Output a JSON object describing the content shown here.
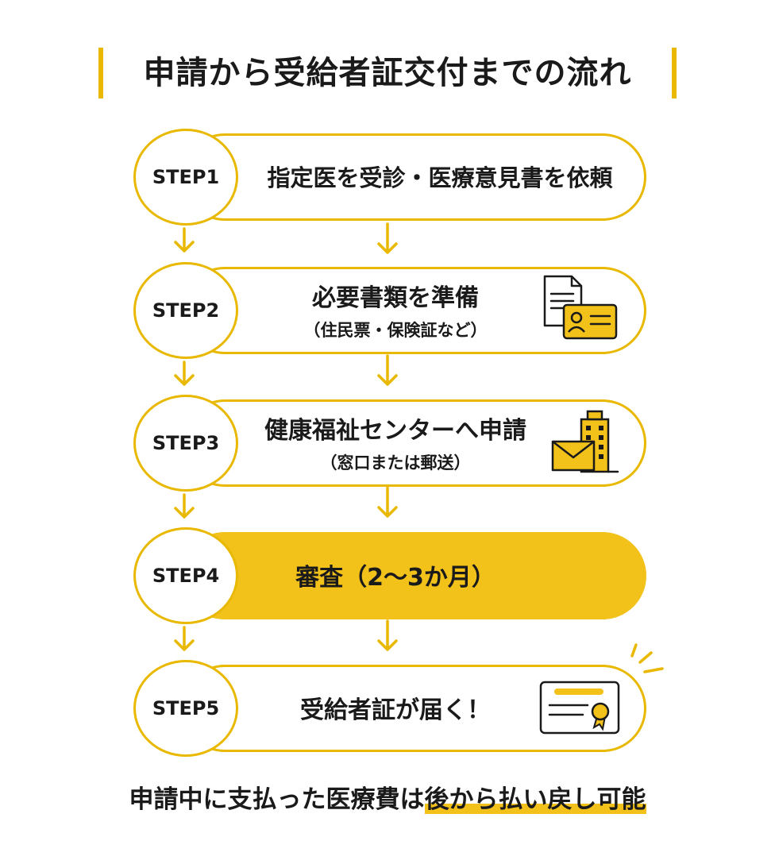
{
  "title": "申請から受給者証交付までの流れ",
  "steps": [
    {
      "label": "STEP1",
      "text": "指定医を受診・医療意見書を依頼",
      "sub": ""
    },
    {
      "label": "STEP2",
      "text": "必要書類を準備",
      "sub": "（住民票・保険証など）"
    },
    {
      "label": "STEP3",
      "text": "健康福祉センターへ申請",
      "sub": "（窓口または郵送）"
    },
    {
      "label": "STEP4",
      "text": "審査（2〜3か月）",
      "sub": ""
    },
    {
      "label": "STEP5",
      "text": "受給者証が届く！",
      "sub": ""
    }
  ],
  "note": {
    "plain": "申請中に支払った医療費は",
    "highlight": "後から払い戻し可能"
  },
  "colors": {
    "accent": "#E9B800",
    "fill": "#F2C11A",
    "text": "#1a1a1a"
  },
  "icons": [
    "documents-id-card-icon",
    "building-envelope-icon",
    "certificate-icon"
  ]
}
